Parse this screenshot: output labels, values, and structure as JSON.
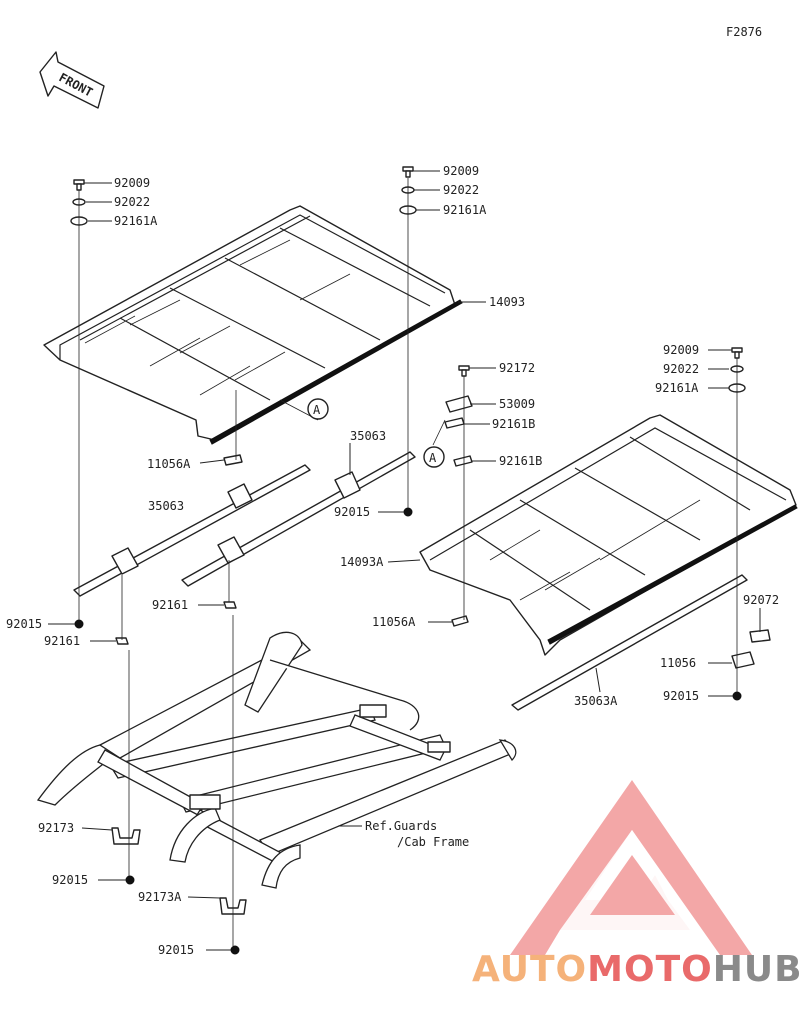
{
  "figure_code": "F2876",
  "front_label": "FRONT",
  "circle_ref": "A",
  "callouts": {
    "c1": "92009",
    "c2": "92022",
    "c3": "92161A",
    "c4": "92009",
    "c5": "92022",
    "c6": "92161A",
    "c7": "14093",
    "c8": "92172",
    "c9": "53009",
    "c10": "92161B",
    "c11": "92161B",
    "c12": "92009",
    "c13": "92022",
    "c14": "92161A",
    "c15": "35063",
    "c16": "11056A",
    "c17": "35063",
    "c18": "92015",
    "c19": "14093A",
    "c20": "92161",
    "c21": "92015",
    "c22": "92161",
    "c23": "11056A",
    "c24": "92072",
    "c25": "11056",
    "c26": "35063A",
    "c27": "92015",
    "c28": "92173",
    "c29": "92015",
    "c30": "92173A",
    "c31": "92015"
  },
  "ref_note": {
    "line1": "Ref.Guards",
    "line2": "/Cab Frame"
  },
  "watermark": {
    "part1": "AUTO",
    "part2": "MOTO",
    "part3": "HUB"
  },
  "colors": {
    "watermark_orange": "#f5b27a",
    "watermark_red": "#e96a6a",
    "watermark_gray": "#8a8a8a",
    "line": "#222222"
  }
}
